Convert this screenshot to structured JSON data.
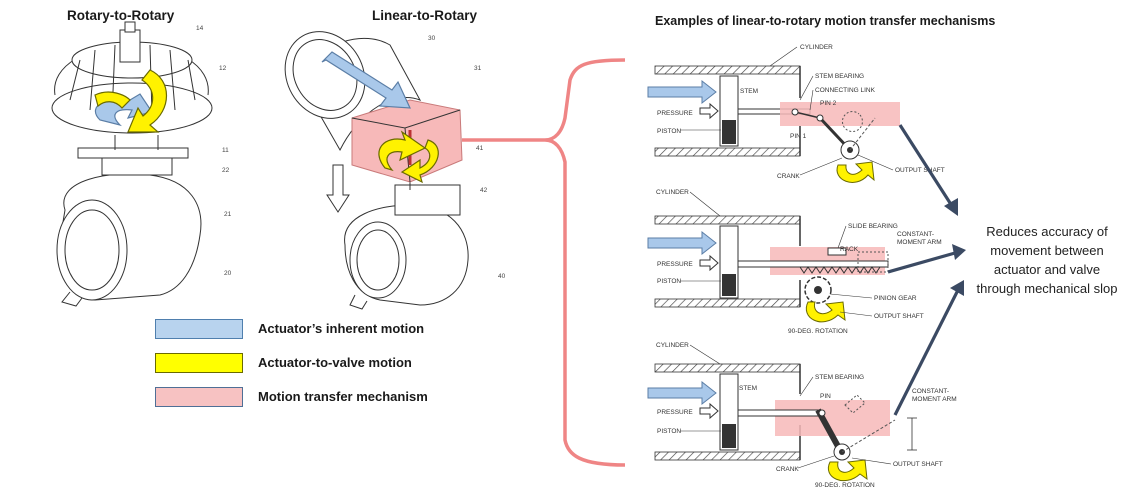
{
  "titles": {
    "rotary": "Rotary-to-Rotary",
    "linear": "Linear-to-Rotary",
    "examples": "Examples of linear-to-rotary motion transfer mechanisms"
  },
  "legend": [
    {
      "label": "Actuator’s inherent motion",
      "fill": "#b8d3ee",
      "stroke": "#4f7fae"
    },
    {
      "label": "Actuator-to-valve motion",
      "fill": "#ffff00",
      "stroke": "#6b6b00"
    },
    {
      "label": "Motion transfer mechanism",
      "fill": "#f7c2c2",
      "stroke": "#4f6f96"
    }
  ],
  "note": "Reduces accuracy of movement  between actuator  and valve through  mechanical slop",
  "part_numbers": {
    "rotary": [
      "14",
      "12",
      "11",
      "22",
      "21",
      "20"
    ],
    "linear": [
      "30",
      "31",
      "41",
      "42",
      "40"
    ]
  },
  "mech1": {
    "cylinder": "CYLINDER",
    "stem_bearing": "STEM BEARING",
    "connecting_link": "CONNECTING LINK",
    "pin2": "PIN 2",
    "stem": "STEM",
    "pressure": "PRESSURE",
    "piston": "PISTON",
    "pin1": "PIN 1",
    "crank": "CRANK",
    "output_shaft": "OUTPUT SHAFT"
  },
  "mech2": {
    "cylinder": "CYLINDER",
    "slide_bearing": "SLIDE BEARING",
    "rack": "RACK",
    "constant": "CONSTANT-",
    "moment_arm": "MOMENT ARM",
    "pressure": "PRESSURE",
    "piston": "PISTON",
    "pinion_gear": "PINION GEAR",
    "output_shaft": "OUTPUT SHAFT",
    "rotation": "90-DEG. ROTATION"
  },
  "mech3": {
    "cylinder": "CYLINDER",
    "stem_bearing": "STEM BEARING",
    "stem": "STEM",
    "pin": "PIN",
    "constant": "CONSTANT-",
    "moment_arm": "MOMENT ARM",
    "pressure": "PRESSURE",
    "piston": "PISTON",
    "crank": "CRANK",
    "output_shaft": "OUTPUT SHAFT",
    "rotation": "90-DEG. ROTATION"
  },
  "colors": {
    "blue_arrow": "#a9c8ea",
    "yellow_arrow": "#fff200",
    "pink_region": "#f7b9b9",
    "bracket": "#ef8585",
    "pointer_arrow": "#3b4a63"
  }
}
